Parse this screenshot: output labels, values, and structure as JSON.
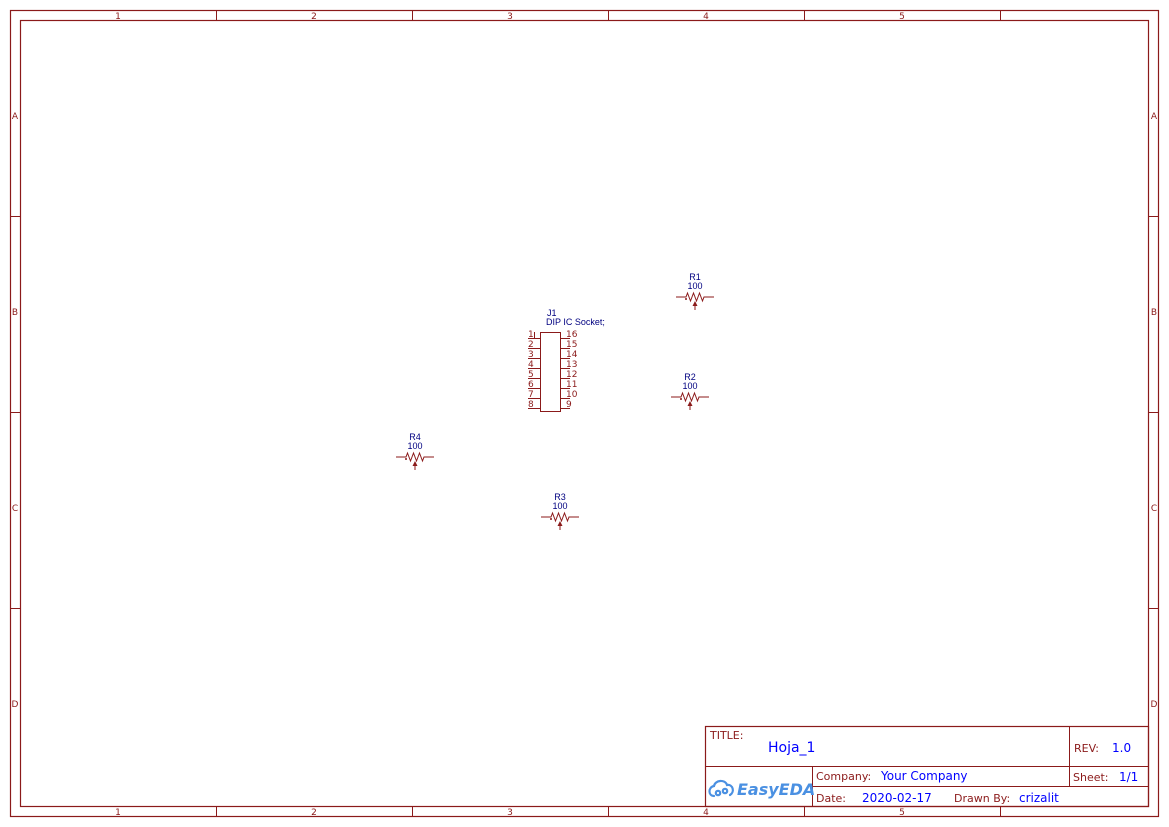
{
  "sheet": {
    "columns": [
      "1",
      "2",
      "3",
      "4",
      "5"
    ],
    "rows": [
      "A",
      "B",
      "C",
      "D"
    ],
    "frame_color": "#8b1a1a",
    "value_color": "#0000ff",
    "part_label_color": "#000080"
  },
  "components": {
    "j1": {
      "designator": "J1",
      "value": "DIP IC Socket;",
      "left_pins": [
        "1",
        "2",
        "3",
        "4",
        "5",
        "6",
        "7",
        "8"
      ],
      "right_pins": [
        "16",
        "15",
        "14",
        "13",
        "12",
        "11",
        "10",
        "9"
      ]
    },
    "r1": {
      "designator": "R1",
      "value": "100"
    },
    "r2": {
      "designator": "R2",
      "value": "100"
    },
    "r3": {
      "designator": "R3",
      "value": "100"
    },
    "r4": {
      "designator": "R4",
      "value": "100"
    }
  },
  "title_block": {
    "title_label": "TITLE:",
    "title_value": "Hoja_1",
    "rev_label": "REV:",
    "rev_value": "1.0",
    "company_label": "Company:",
    "company_value": "Your Company",
    "sheet_label": "Sheet:",
    "sheet_value": "1/1",
    "date_label": "Date:",
    "date_value": "2020-02-17",
    "drawn_by_label": "Drawn By:",
    "drawn_by_value": "crizalit",
    "logo_text": "EasyEDA",
    "logo_icon": "cloud-link-icon"
  }
}
